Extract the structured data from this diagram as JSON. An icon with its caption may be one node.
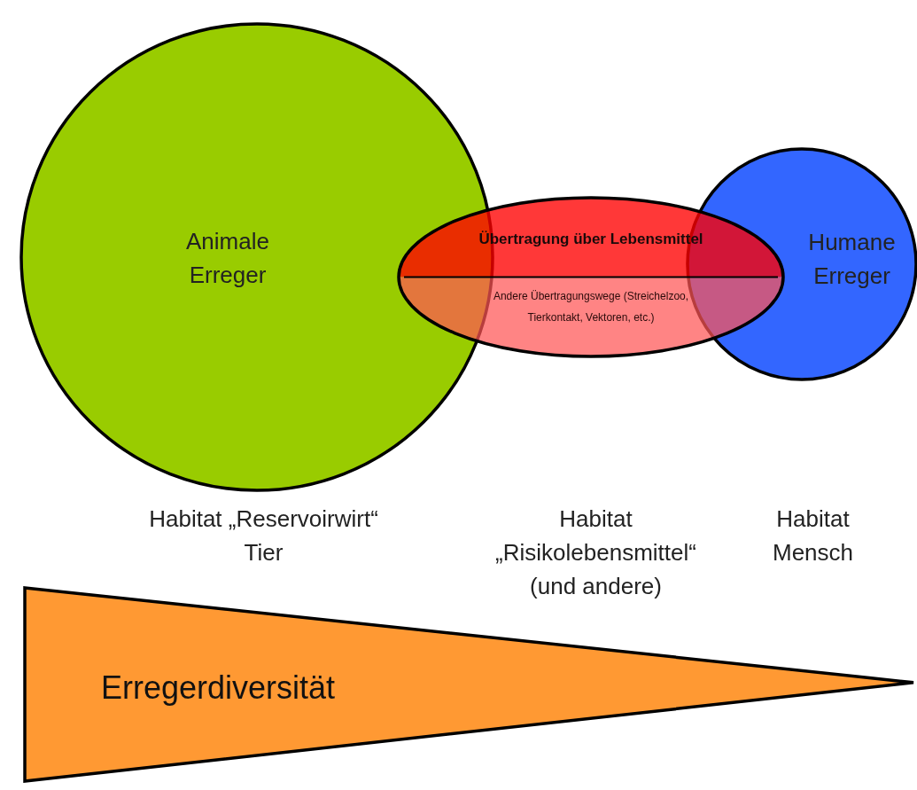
{
  "diagram": {
    "nodes": [
      {
        "text": [
          "Animale Erreger"
        ]
      },
      {
        "text": [
          "Übertragung über Lebensmittel",
          "Andere Übertragungswege (Streichelzoo, Tierkontakt, Vektoren, etc.)"
        ]
      },
      {
        "text": [
          "Humane Erreger"
        ]
      },
      {
        "text": [
          "Erregerdiversität"
        ]
      }
    ],
    "labels": [
      "Habitat „Reservoirwirt“ Tier",
      "Habitat „Risikolebensmittel“ (und andere)",
      "Habitat Mensch"
    ]
  }
}
